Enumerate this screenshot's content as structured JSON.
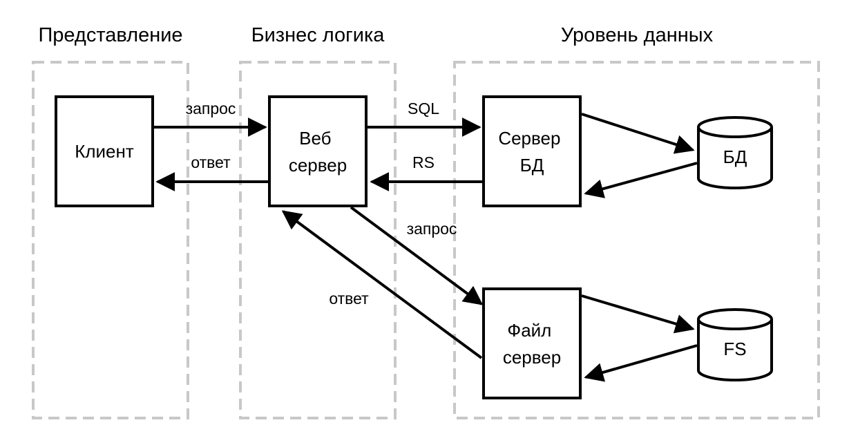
{
  "layers": {
    "presentation": "Представление",
    "business": "Бизнес логика",
    "data": "Уровень данных"
  },
  "nodes": {
    "client": "Клиент",
    "web_server": [
      "Веб",
      "сервер"
    ],
    "db_server": [
      "Сервер",
      "БД"
    ],
    "file_server": [
      "Файл",
      "сервер"
    ],
    "database": "БД",
    "filesystem": "FS"
  },
  "edges": {
    "client_request": "запрос",
    "client_response": "ответ",
    "sql": "SQL",
    "rs": "RS",
    "file_request": "запрос",
    "file_response": "ответ"
  }
}
